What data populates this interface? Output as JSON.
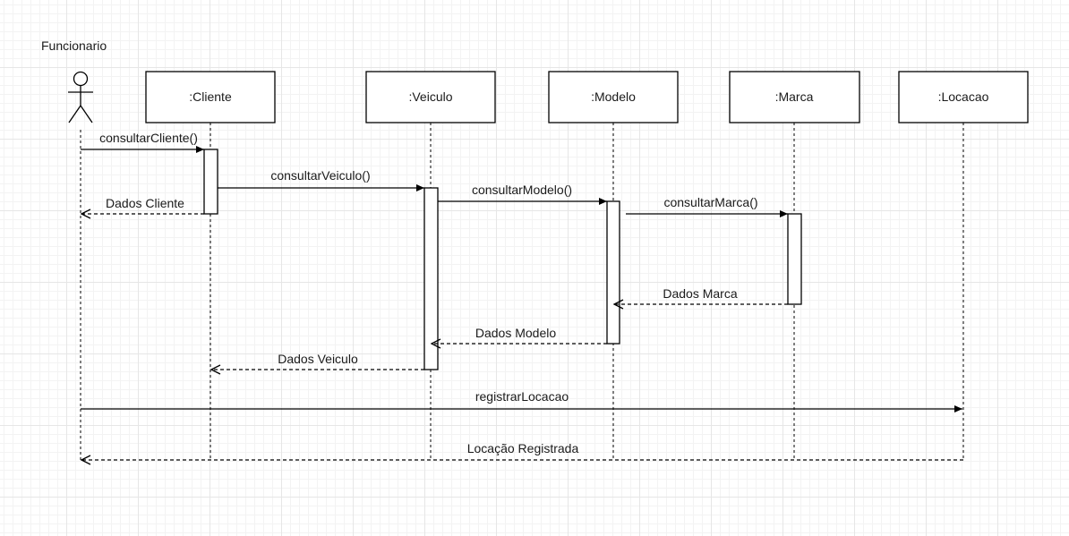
{
  "actor": {
    "label": "Funcionario"
  },
  "participants": [
    {
      "id": "cliente",
      "label": ":Cliente"
    },
    {
      "id": "veiculo",
      "label": ":Veiculo"
    },
    {
      "id": "modelo",
      "label": ":Modelo"
    },
    {
      "id": "marca",
      "label": ":Marca"
    },
    {
      "id": "locacao",
      "label": ":Locacao"
    }
  ],
  "messages": [
    {
      "id": "consultar-cliente",
      "from": "funcionario",
      "to": "cliente",
      "label": "consultarCliente()",
      "kind": "call"
    },
    {
      "id": "consultar-veiculo",
      "from": "cliente",
      "to": "veiculo",
      "label": "consultarVeiculo()",
      "kind": "call"
    },
    {
      "id": "dados-cliente",
      "from": "cliente",
      "to": "funcionario",
      "label": "Dados Cliente",
      "kind": "return"
    },
    {
      "id": "consultar-modelo",
      "from": "veiculo",
      "to": "modelo",
      "label": "consultarModelo()",
      "kind": "call"
    },
    {
      "id": "consultar-marca",
      "from": "modelo",
      "to": "marca",
      "label": "consultarMarca()",
      "kind": "call"
    },
    {
      "id": "dados-marca",
      "from": "marca",
      "to": "modelo",
      "label": "Dados Marca",
      "kind": "return"
    },
    {
      "id": "dados-modelo",
      "from": "modelo",
      "to": "veiculo",
      "label": "Dados Modelo",
      "kind": "return"
    },
    {
      "id": "dados-veiculo",
      "from": "veiculo",
      "to": "cliente",
      "label": "Dados Veiculo",
      "kind": "return"
    },
    {
      "id": "registrar-locacao",
      "from": "funcionario",
      "to": "locacao",
      "label": "registrarLocacao",
      "kind": "call"
    },
    {
      "id": "locacao-registrada",
      "from": "locacao",
      "to": "funcionario",
      "label": "Locação Registrada",
      "kind": "return"
    }
  ]
}
